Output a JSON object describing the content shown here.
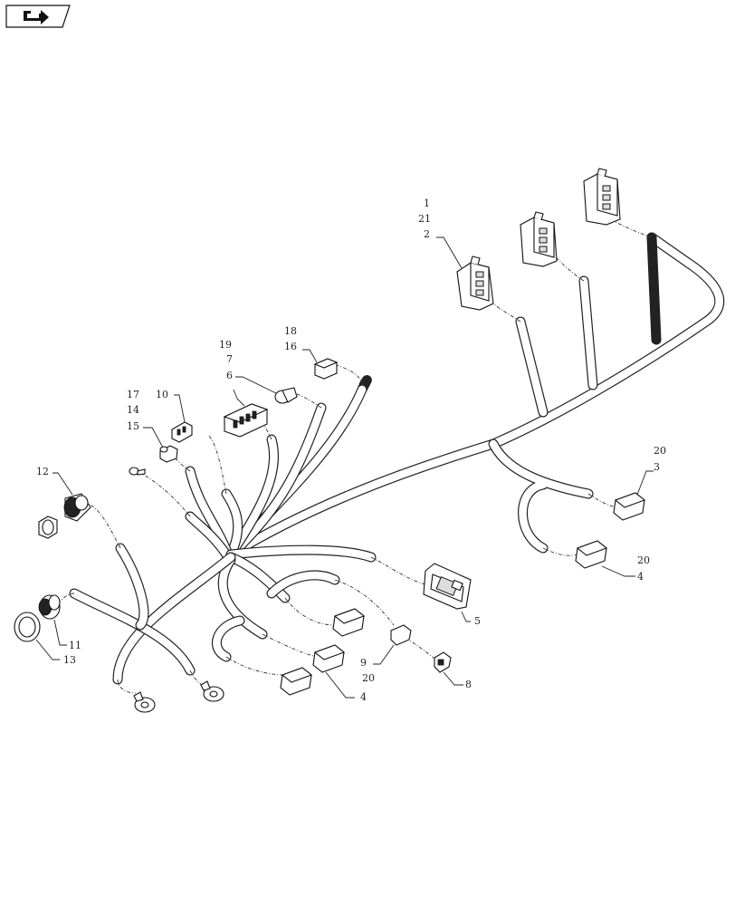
{
  "nav_icon": "return-arrow-icon",
  "callouts": [
    {
      "id": "c-1",
      "text": "1"
    },
    {
      "id": "c-21",
      "text": "21"
    },
    {
      "id": "c-2",
      "text": "2"
    },
    {
      "id": "c-18",
      "text": "18"
    },
    {
      "id": "c-16",
      "text": "16"
    },
    {
      "id": "c-19",
      "text": "19"
    },
    {
      "id": "c-7",
      "text": "7"
    },
    {
      "id": "c-6",
      "text": "6"
    },
    {
      "id": "c-17",
      "text": "17"
    },
    {
      "id": "c-10",
      "text": "10"
    },
    {
      "id": "c-14",
      "text": "14"
    },
    {
      "id": "c-15",
      "text": "15"
    },
    {
      "id": "c-12",
      "text": "12"
    },
    {
      "id": "c-20a",
      "text": "20"
    },
    {
      "id": "c-3",
      "text": "3"
    },
    {
      "id": "c-20b",
      "text": "20"
    },
    {
      "id": "c-4a",
      "text": "4"
    },
    {
      "id": "c-5",
      "text": "5"
    },
    {
      "id": "c-9",
      "text": "9"
    },
    {
      "id": "c-8",
      "text": "8"
    },
    {
      "id": "c-20c",
      "text": "20"
    },
    {
      "id": "c-4b",
      "text": "4"
    },
    {
      "id": "c-11",
      "text": "11"
    },
    {
      "id": "c-13",
      "text": "13"
    }
  ]
}
